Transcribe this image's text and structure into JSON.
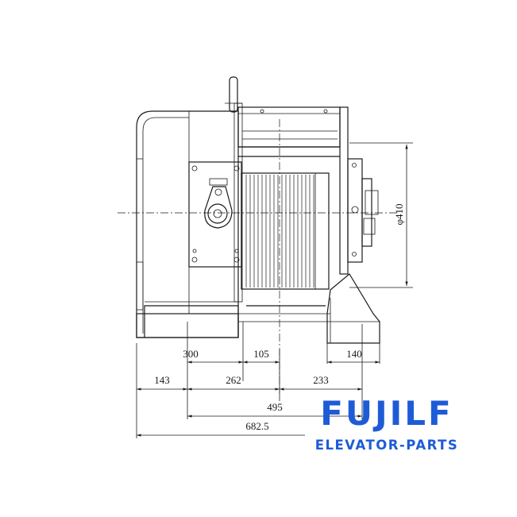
{
  "dimensions": {
    "base_left": "300",
    "base_mid": "105",
    "base_right": "140",
    "row2_a": "143",
    "row2_b": "262",
    "row2_c": "233",
    "overall_1": "495",
    "overall_2": "682.5",
    "sheave_diameter": "φ410"
  },
  "logo": {
    "brand": "FUJILF",
    "tagline": "ELEVATOR-PARTS",
    "color": "#1E5BD6"
  }
}
